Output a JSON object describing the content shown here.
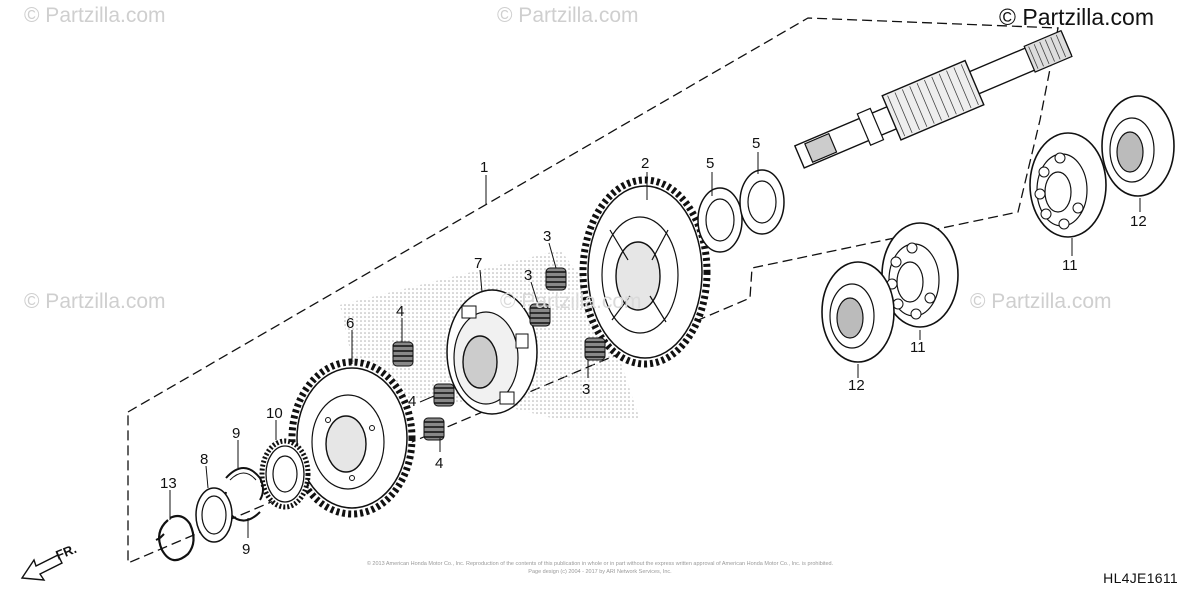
{
  "watermark": "© Partzilla.com",
  "brand": "© Partzilla.com",
  "diagram_code": "HL4JE1611",
  "direction_label": "FR.",
  "copyright_line1": "© 2013 American Honda Motor Co., Inc. Reproduction of the contents of this publication in whole or in part without the express written approval of American Honda Motor Co., Inc. is prohibited.",
  "copyright_line2": "Page design (c) 2004 - 2017 by ARI Network Services, Inc.",
  "callouts": {
    "c1": "1",
    "c2": "2",
    "c3a": "3",
    "c3b": "3",
    "c3c": "3",
    "c4a": "4",
    "c4b": "4",
    "c4c": "4",
    "c5a": "5",
    "c5b": "5",
    "c6": "6",
    "c7": "7",
    "c8": "8",
    "c9a": "9",
    "c9b": "9",
    "c10": "10",
    "c11a": "11",
    "c11b": "11",
    "c12a": "12",
    "c12b": "12",
    "c13": "13"
  }
}
